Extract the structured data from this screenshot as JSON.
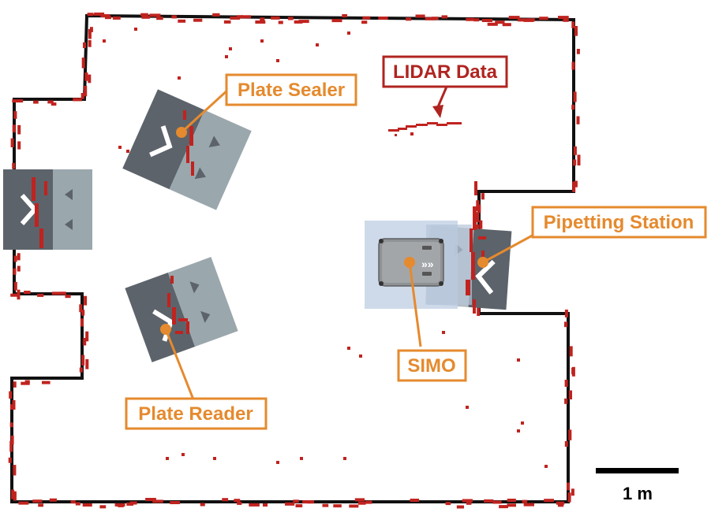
{
  "labels": {
    "lidar": "LIDAR Data",
    "plate_sealer": "Plate Sealer",
    "pipetting_station": "Pipetting Station",
    "plate_reader": "Plate Reader",
    "simo": "SIMO",
    "scale": "1 m"
  },
  "colors": {
    "wall": "#111111",
    "lidar": "#c0231f",
    "callout": "#e58a2e",
    "lidar_label": "#b02420",
    "station_dark": "#5c636b",
    "station_light": "#9aa7ad",
    "robot_body": "#8f9295",
    "robot_footprint": "#c5d3e6"
  }
}
